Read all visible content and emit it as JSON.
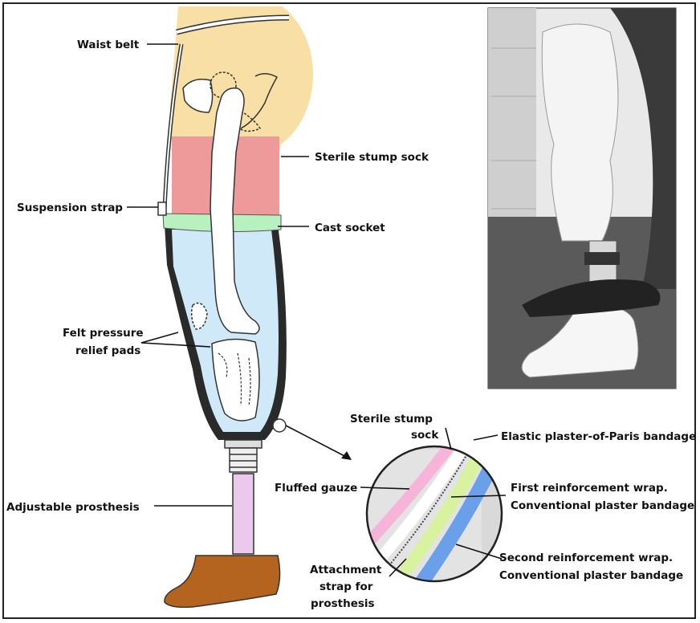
{
  "labels": {
    "waist_belt": "Waist belt",
    "sterile_stump_sock": "Sterile stump sock",
    "suspension_strap": "Suspension strap",
    "cast_socket": "Cast socket",
    "felt_pads_line1": "Felt pressure",
    "felt_pads_line2": "relief pads",
    "adjustable_prosthesis": "Adjustable prosthesis",
    "detail_sock_line1": "Sterile stump",
    "detail_sock_line2": "sock",
    "elastic_bandage": "Elastic plaster-of-Paris bandage",
    "fluffed_gauze": "Fluffed gauze",
    "first_wrap_line1": "First reinforcement wrap.",
    "first_wrap_line2": "Conventional plaster bandage",
    "second_wrap_line1": "Second reinforcement wrap.",
    "second_wrap_line2": "Conventional plaster bandage",
    "attach_line1": "Attachment",
    "attach_line2": "strap for",
    "attach_line3": "prosthesis"
  },
  "colors": {
    "thigh_skin": "#f7dfa5",
    "stump_sock": "#ef9a9a",
    "cast_rim": "#b8f0c0",
    "socket_interior": "#cfe9f8",
    "pylon": "#eac9ec",
    "foot": "#b5641f",
    "layer_pink": "#f5b4d8",
    "layer_green": "#d8f2a0",
    "layer_blue": "#6aa0ea",
    "layer_gray": "#e3e3e3"
  },
  "icons": [
    "bone-illustration",
    "photo-patient-with-prosthesis"
  ]
}
